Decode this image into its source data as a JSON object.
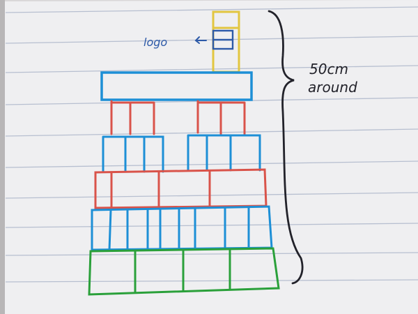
{
  "annotations": {
    "logo_label": "logo",
    "measure_line1": "50cm",
    "measure_line2": "around"
  },
  "colors": {
    "paper": "#eeeef0",
    "rule_line": "#b9c0cf",
    "yellow": "#e2c640",
    "blue": "#1d8fd6",
    "red": "#d9534a",
    "green": "#2aa03a",
    "ink_blue": "#2d5aa8",
    "ink_black": "#22222a"
  }
}
